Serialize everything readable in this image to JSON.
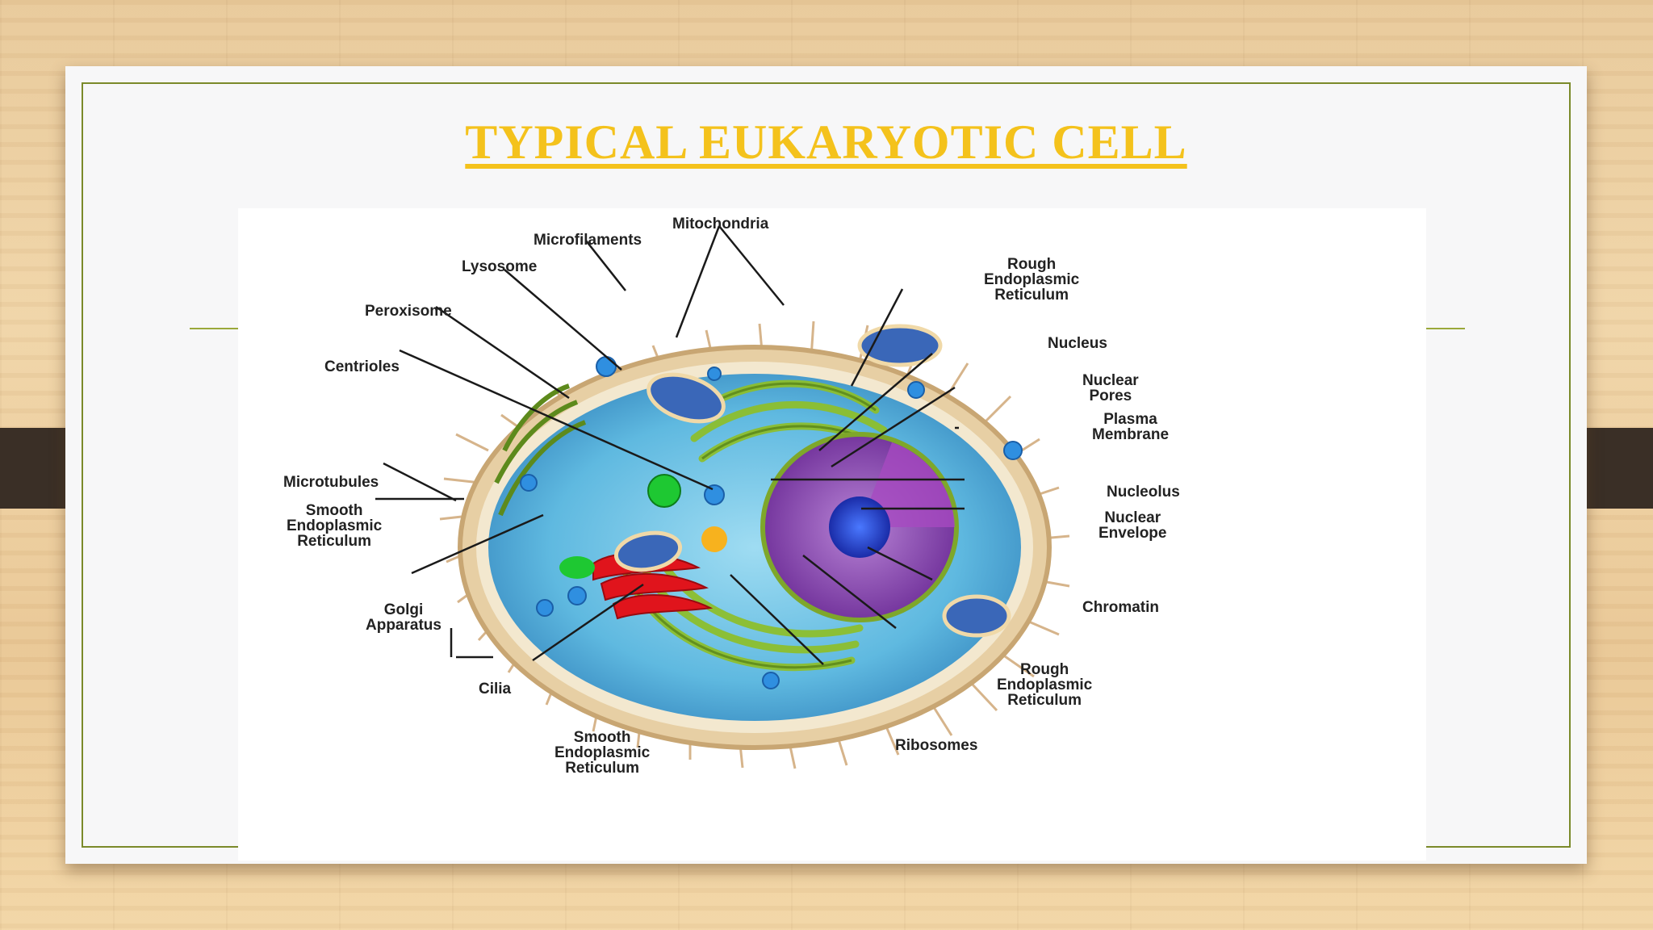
{
  "slide": {
    "title": "TYPICAL EUKARYOTIC CELL"
  },
  "diagram": {
    "labels": {
      "mitochondria": "Mitochondria",
      "microfilaments": "Microfilaments",
      "lysosome": "Lysosome",
      "peroxisome": "Peroxisome",
      "centrioles": "Centrioles",
      "microtubules": "Microtubules",
      "smooth_er_left": [
        "Smooth",
        "Endoplasmic",
        "Reticulum"
      ],
      "golgi": [
        "Golgi",
        "Apparatus"
      ],
      "cilia": "Cilia",
      "smooth_er_bottom": [
        "Smooth",
        "Endoplasmic",
        "Reticulum"
      ],
      "ribosomes": "Ribosomes",
      "rough_er_bottom": [
        "Rough",
        "Endoplasmic",
        "Reticulum"
      ],
      "chromatin": "Chromatin",
      "nuclear_envelope": [
        "Nuclear",
        "Envelope"
      ],
      "nucleolus": "Nucleolus",
      "plasma_membrane": [
        "Plasma",
        "Membrane"
      ],
      "nuclear_pores": [
        "Nuclear",
        "Pores"
      ],
      "nucleus": "Nucleus",
      "rough_er_top": [
        "Rough",
        "Endoplasmic",
        "Reticulum"
      ]
    }
  },
  "colors": {
    "title": "#f4c21c",
    "frame": "#7b8a2a",
    "cytoplasm": "#6cc3e6",
    "nucleus": "#9c5bb8",
    "nucleolus": "#1f3fd8",
    "golgi": "#e0141c",
    "er": "#8dbf2e",
    "peroxisome": "#1ec832",
    "mitochondria": "#3a67b8"
  }
}
